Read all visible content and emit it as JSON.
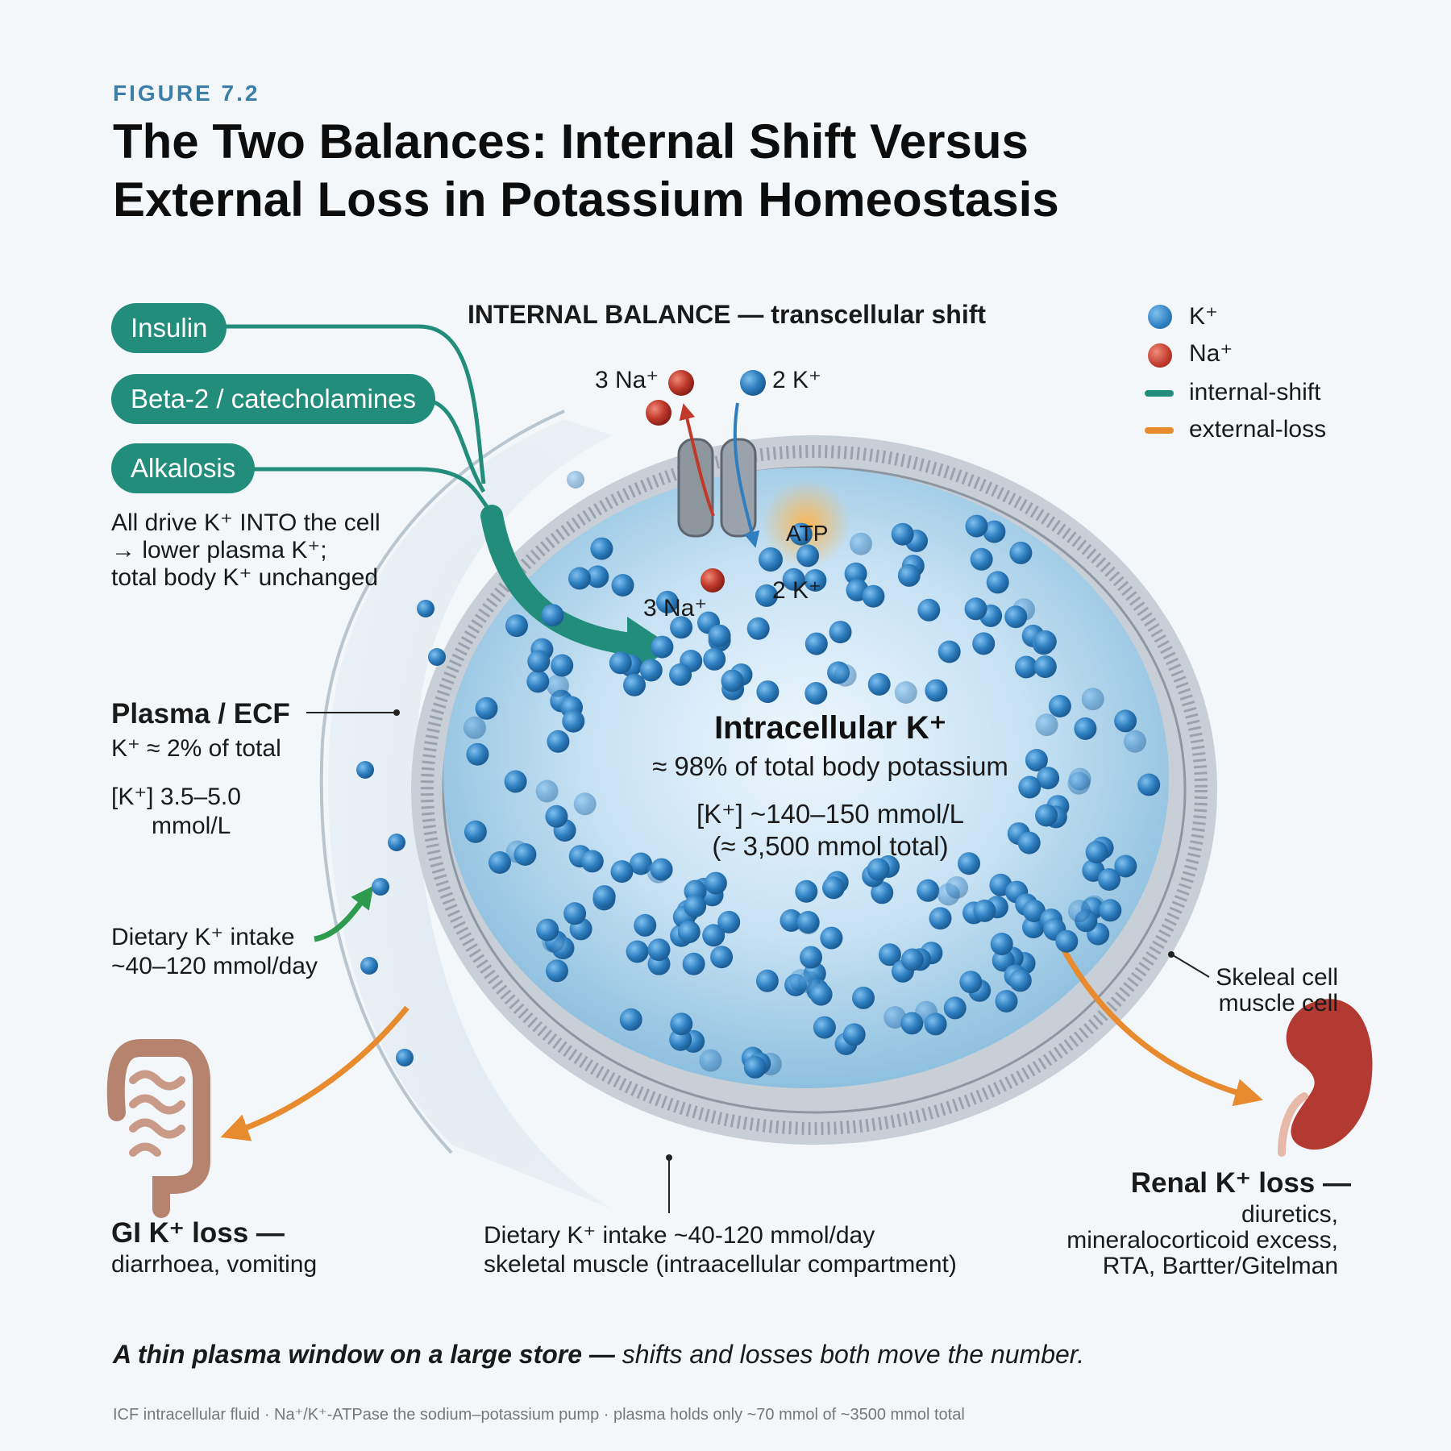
{
  "figure_label": "FIGURE 7.2",
  "title": {
    "line1": "The Two Balances: Internal Shift Versus",
    "line2": "External Loss in Potassium Homeostasis"
  },
  "internal_balance_heading": "INTERNAL BALANCE — transcellular shift",
  "drivers": {
    "items": [
      "Insulin",
      "Beta-2 / catecholamines",
      "Alkalosis"
    ],
    "note": [
      "All drive K⁺ INTO the cell",
      "→ lower plasma K⁺;",
      "total body K⁺ unchanged"
    ]
  },
  "legend": {
    "k": "K⁺",
    "na": "Na⁺",
    "internal": "internal-shift",
    "external": "external-loss"
  },
  "pump": {
    "na_out": "3 Na⁺",
    "k_in": "2 K⁺",
    "na_in": "3 Na⁺",
    "k_out": "2 K⁺",
    "atp": "ATP"
  },
  "plasma": {
    "title": "Plasma / ECF",
    "share": "K⁺ ≈ 2% of total",
    "conc1": "[K⁺] 3.5–5.0",
    "conc2": "mmol/L"
  },
  "dietary": {
    "line1": "Dietary K⁺ intake",
    "line2": "~40–120 mmol/day"
  },
  "intracellular": {
    "title": "Intracellular K⁺",
    "share": "≈ 98% of total body potassium",
    "conc": "[K⁺] ~140–150 mmol/L",
    "total": "(≈ 3,500 mmol total)"
  },
  "cell_label": {
    "line1": "Skeleal cell",
    "line2": "muscle cell"
  },
  "gi_loss": {
    "title": "GI K⁺ loss —",
    "causes": "diarrhoea, vomiting"
  },
  "renal_loss": {
    "title": "Renal K⁺ loss —",
    "line1": "diuretics,",
    "line2": "mineralocorticoid excess,",
    "line3": "RTA, Bartter/Gitelman"
  },
  "bottom_caption": {
    "line1": "Dietary K⁺ intake ~40-120 mmol/day",
    "line2": "skeletal muscle (intraacellular compartment)"
  },
  "footer": {
    "bold": "A thin plasma window on a large store —",
    "rest": " shifts and losses both move the number.",
    "note": "ICF intracellular fluid · Na⁺/K⁺-ATPase the sodium–potassium pump · plasma holds only ~70 mmol of ~3500 mmol total"
  },
  "colors": {
    "k_ion": "#2f7fc0",
    "na_ion": "#c0392b",
    "internal_shift": "#238d7c",
    "external_loss": "#e88a2e",
    "dietary_arrow": "#2e9a4e"
  }
}
